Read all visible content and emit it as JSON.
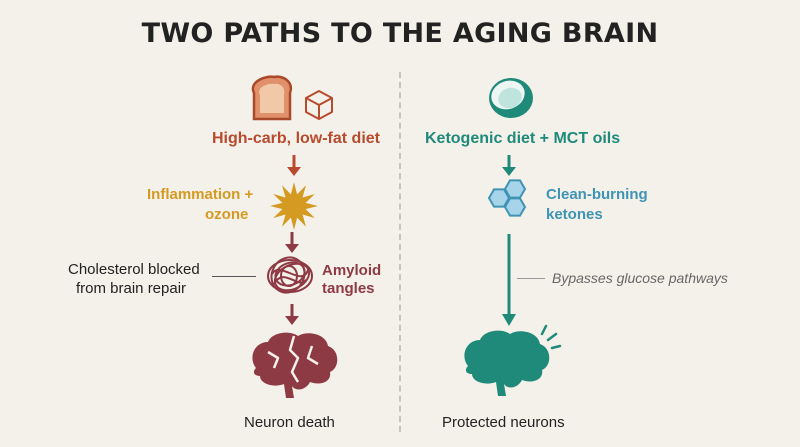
{
  "title": "TWO PATHS TO THE AGING BRAIN",
  "left_path": {
    "diet": "High-carb, low-fat diet",
    "inflammation_line1": "Inflammation +",
    "inflammation_line2": "ozone",
    "side_note_line1": "Cholesterol blocked",
    "side_note_line2": "from brain repair",
    "amyloid_line1": "Amyloid",
    "amyloid_line2": "tangles",
    "outcome": "Neuron death"
  },
  "right_path": {
    "diet": "Ketogenic diet + MCT oils",
    "ketones_line1": "Clean-burning",
    "ketones_line2": "ketones",
    "side_note": "Bypasses glucose pathways",
    "outcome": "Protected neurons"
  },
  "colors": {
    "background": "#f4f1ea",
    "carb": "#b84a2e",
    "inflammation": "#d49a22",
    "damage": "#8e3a44",
    "keto": "#1f8a7a",
    "ketones": "#3f93b4"
  },
  "icons": {
    "bread": "bread-icon",
    "sugar_cube": "sugar-cube-icon",
    "starburst": "inflammation-star-icon",
    "tangle": "amyloid-tangle-icon",
    "damaged_brain": "damaged-brain-icon",
    "coconut": "coconut-icon",
    "molecules": "ketone-molecule-icon",
    "healthy_brain": "healthy-brain-icon"
  }
}
